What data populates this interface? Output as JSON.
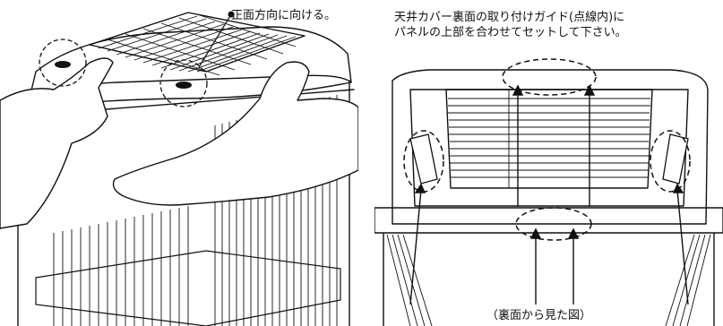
{
  "left_figure": {
    "callout": "正面方向に向ける。"
  },
  "right_figure": {
    "instruction_line1": "天井カバー裏面の取り付けガイド(点線内)に",
    "instruction_line2": "パネルの上部を合わせてセットして下さい。",
    "caption": "（裏面から見た図）"
  },
  "colors": {
    "line": "#111111",
    "background": "#ffffff"
  }
}
